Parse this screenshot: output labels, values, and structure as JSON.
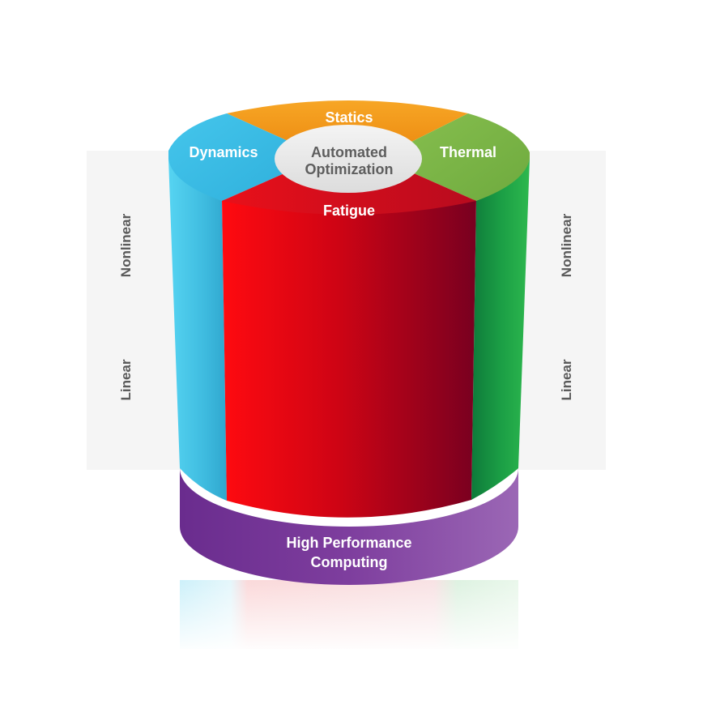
{
  "diagram": {
    "segments": {
      "statics": "Statics",
      "dynamics": "Dynamics",
      "thermal": "Thermal",
      "fatigue": "Fatigue"
    },
    "center": {
      "line1": "Automated",
      "line2": "Optimization"
    },
    "base": {
      "line1": "High Performance",
      "line2": "Computing"
    },
    "side_left": {
      "upper": "Nonlinear",
      "lower": "Linear"
    },
    "side_right": {
      "upper": "Nonlinear",
      "lower": "Linear"
    },
    "colors": {
      "statics": "#F39C1F",
      "dynamics": "#4FC7E8",
      "thermal": "#79B548",
      "thermal_side": "#1FA84A",
      "fatigue": "#E8121B",
      "fatigue_dark": "#7A0020",
      "base": "#7D3D9E",
      "center": "#E9E9E9",
      "side_band": "#F5F5F5",
      "side_text": "#5A5A5A"
    }
  }
}
